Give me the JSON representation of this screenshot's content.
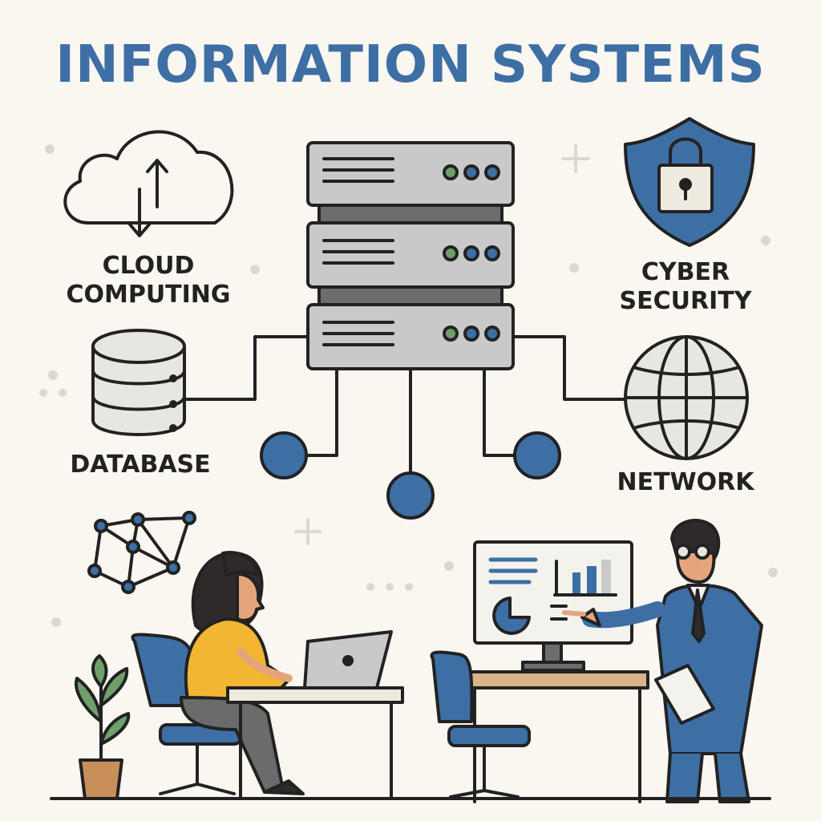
{
  "title": "INFORMATION SYSTEMS",
  "labels": {
    "cloud_line1": "CLOUD",
    "cloud_line2": "COMPUTING",
    "cyber_line1": "CYBER",
    "cyber_line2": "SECURITY",
    "database": "DATABASE",
    "network": "NETWORK"
  },
  "colors": {
    "background": "#faf7f1",
    "accent_blue": "#3d6fa5",
    "server_gray": "#c9c9c9",
    "outline": "#222222",
    "shirt_yellow": "#f2b632",
    "desk_wood": "#d9b48a"
  },
  "icons": [
    "cloud-icon",
    "shield-lock-icon",
    "server-rack-icon",
    "database-icon",
    "globe-icon",
    "network-graph-icon"
  ]
}
